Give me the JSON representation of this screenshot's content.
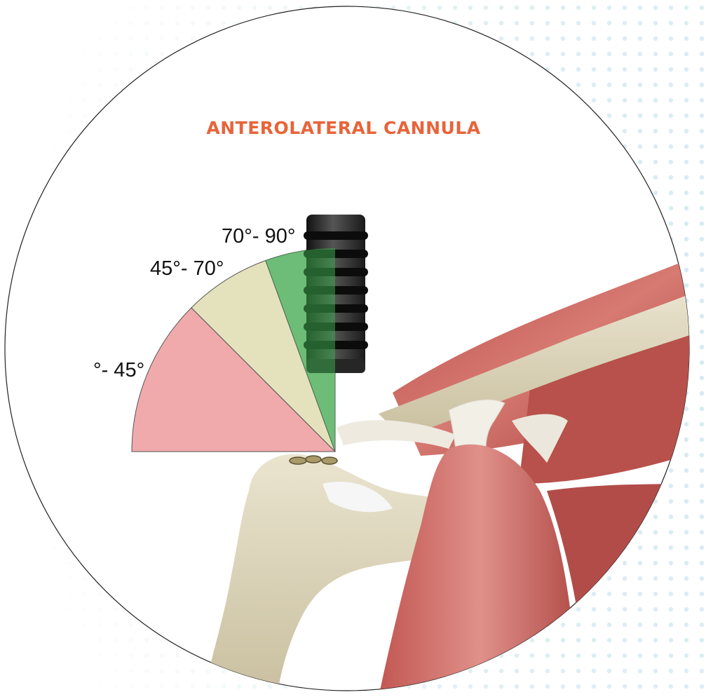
{
  "figure": {
    "title": "ANTEROLATERAL CANNULA",
    "zones": [
      {
        "label": "°- 45°",
        "from_deg": 0,
        "to_deg": 45,
        "color": "#f0a5a8"
      },
      {
        "label": "45°- 70°",
        "from_deg": 45,
        "to_deg": 70,
        "color": "#e2e0b8"
      },
      {
        "label": "70°- 90°",
        "from_deg": 70,
        "to_deg": 90,
        "color": "#9ecf9f"
      }
    ],
    "instrument": "anterolateral-cannula",
    "colors": {
      "title": "#e8643a",
      "dots": "#d6eaf0",
      "muscle": "#c65a56",
      "bone": "#e0d8c0",
      "cannula": "#2a2a2a",
      "cannula_overlay": "#3aa84a"
    }
  }
}
